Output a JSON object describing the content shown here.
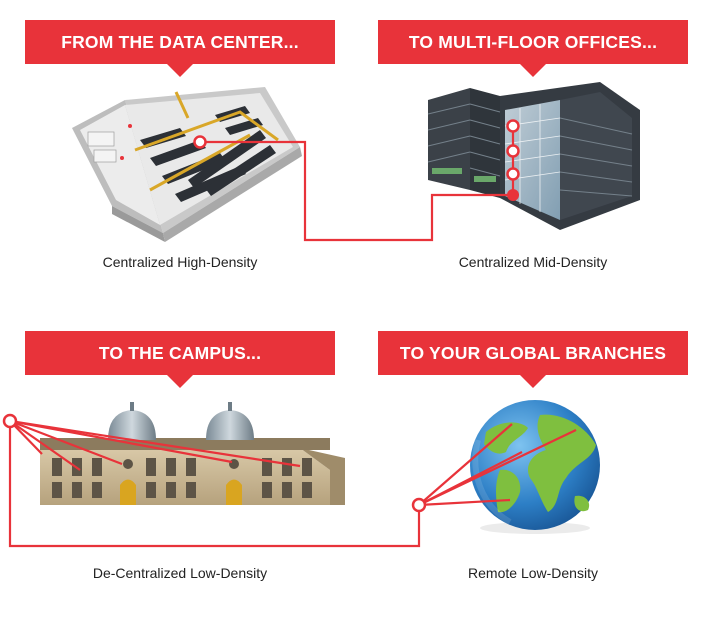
{
  "panels": [
    {
      "banner": "FROM THE DATA CENTER...",
      "caption": "Centralized High-Density",
      "image": "data-center-floorplan"
    },
    {
      "banner": "TO MULTI-FLOOR OFFICES...",
      "caption": "Centralized Mid-Density",
      "image": "office-building"
    },
    {
      "banner": "TO THE CAMPUS...",
      "caption": "De-Centralized Low-Density",
      "image": "campus-building"
    },
    {
      "banner": "TO YOUR GLOBAL BRANCHES",
      "caption": "Remote Low-Density",
      "image": "globe"
    }
  ],
  "colors": {
    "accent": "#e8333a",
    "text": "#222222",
    "background": "#ffffff"
  }
}
